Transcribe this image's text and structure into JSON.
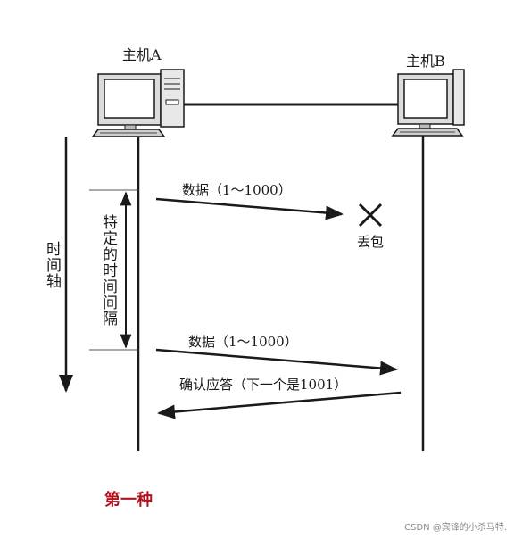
{
  "host_a": {
    "label": "主机A"
  },
  "host_b": {
    "label": "主机B"
  },
  "time_axis": {
    "label": "时间轴"
  },
  "interval": {
    "label": "特定的时间间隔"
  },
  "messages": [
    {
      "text": "数据（1～1000）"
    },
    {
      "text": "数据（1～1000）"
    },
    {
      "text": "确认应答（下一个是1001）"
    }
  ],
  "loss": {
    "label": "丢包",
    "icon": "x-icon"
  },
  "caption": "第一种",
  "watermark": "CSDN @宾锋的小杀马特.",
  "colors": {
    "line": "#1a1a1a",
    "caption": "#b0121e"
  }
}
